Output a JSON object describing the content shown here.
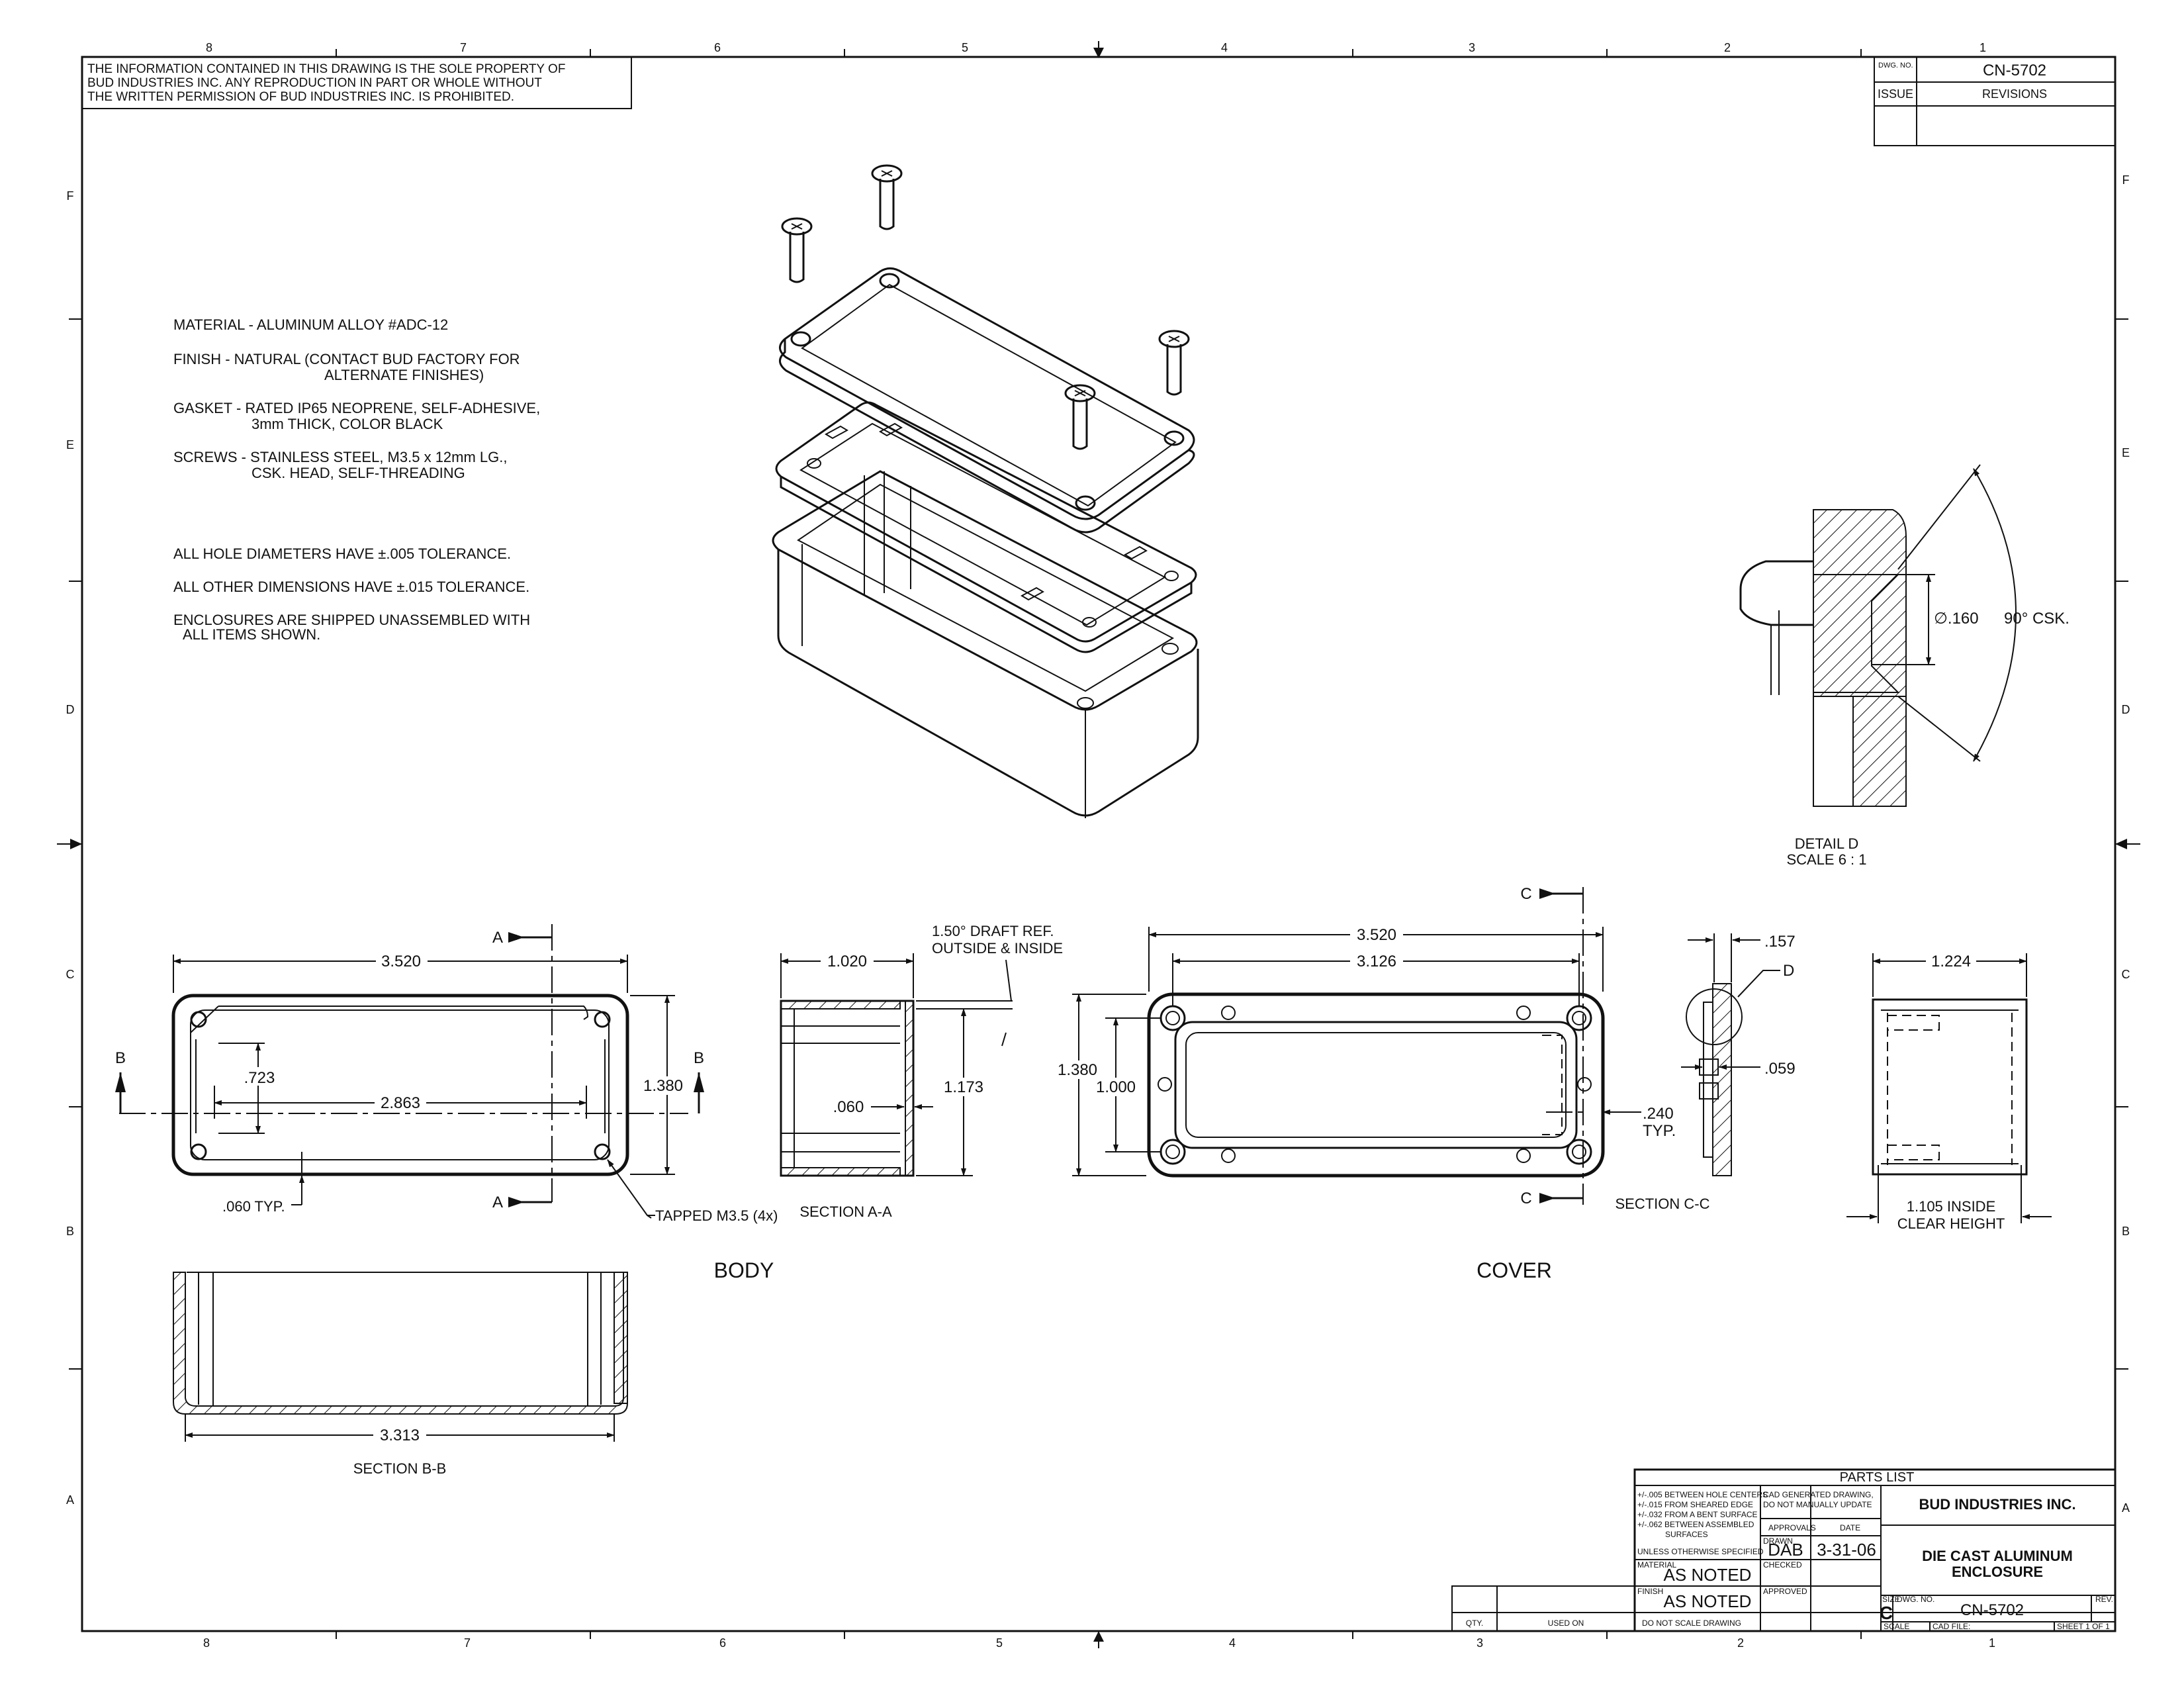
{
  "zones": {
    "columns": [
      "8",
      "7",
      "6",
      "5",
      "4",
      "3",
      "2",
      "1"
    ],
    "rows": [
      "F",
      "E",
      "D",
      "C",
      "B",
      "A"
    ]
  },
  "proprietary_notice": {
    "line1": "THE INFORMATION CONTAINED IN THIS DRAWING IS THE SOLE PROPERTY OF",
    "line2": "BUD INDUSTRIES INC. ANY REPRODUCTION IN PART OR WHOLE WITHOUT",
    "line3": "THE WRITTEN PERMISSION OF BUD INDUSTRIES INC. IS PROHIBITED."
  },
  "revision_block": {
    "dwg_no_label": "DWG. NO.",
    "dwg_no": "CN-5702",
    "issue_label": "ISSUE",
    "revisions_label": "REVISIONS"
  },
  "notes": {
    "material": "MATERIAL - ALUMINUM ALLOY #ADC-12",
    "finish_1": "FINISH - NATURAL  (CONTACT BUD FACTORY FOR",
    "finish_2": "ALTERNATE FINISHES)",
    "gasket_1": "GASKET - RATED IP65 NEOPRENE, SELF-ADHESIVE,",
    "gasket_2": "3mm THICK, COLOR BLACK",
    "screws_1": "SCREWS - STAINLESS STEEL, M3.5 x 12mm LG.,",
    "screws_2": "CSK. HEAD, SELF-THREADING",
    "hole_tol": "ALL HOLE DIAMETERS HAVE ±.005 TOLERANCE.",
    "other_tol": "ALL OTHER DIMENSIONS HAVE ±.015 TOLERANCE.",
    "shipped_1": "ENCLOSURES ARE SHIPPED UNASSEMBLED WITH",
    "shipped_2": "ALL ITEMS SHOWN."
  },
  "detail_d": {
    "diameter": "∅.160",
    "angle": "90° CSK.",
    "title": "DETAIL D",
    "scale": "SCALE 6 : 1"
  },
  "body_view": {
    "section_a": "A",
    "section_b": "B",
    "dim_length": "3.520",
    "dim_inner": "2.863",
    "dim_723": ".723",
    "dim_height": "1.380",
    "wall": ".060 TYP.",
    "tapped": "TAPPED M3.5 (4x)",
    "label": "BODY"
  },
  "section_aa": {
    "dim_depth": "1.020",
    "draft_1": "1.50° DRAFT REF.",
    "draft_2": "OUTSIDE & INSIDE",
    "dim_060": ".060",
    "dim_1173": "1.173",
    "label": "SECTION A-A"
  },
  "cover_view": {
    "section_c": "C",
    "dim_length": "3.520",
    "dim_hole_spacing": "3.126",
    "dim_height": "1.380",
    "dim_hole_vert": "1.000",
    "dim_240": ".240",
    "typ": "TYP.",
    "label": "COVER"
  },
  "section_cc": {
    "dim_157": ".157",
    "detail_ref": "D",
    "dim_059": ".059",
    "label": "SECTION C-C"
  },
  "end_view": {
    "dim_width": "1.224",
    "clear_1": "1.105 INSIDE",
    "clear_2": "CLEAR HEIGHT"
  },
  "section_bb": {
    "dim_inside": "3.313",
    "label": "SECTION B-B"
  },
  "title_block": {
    "parts_list": "PARTS  LIST",
    "tol_1": "+/-.005 BETWEEN HOLE CENTERS",
    "tol_2": "+/-.015 FROM SHEARED EDGE",
    "tol_3": "+/-.032 FROM A BENT SURFACE",
    "tol_4": "+/-.062 BETWEEN ASSEMBLED",
    "tol_5": "SURFACES",
    "unless": "UNLESS OTHERWISE SPECIFIED",
    "cad_1": "CAD GENERATED DRAWING,",
    "cad_2": "DO NOT MANUALLY UPDATE",
    "approvals": "APPROVALS",
    "date_label": "DATE",
    "drawn_label": "DRAWN",
    "drawn_by": "DAB",
    "drawn_date": "3-31-06",
    "checked_label": "CHECKED",
    "approved_label": "APPROVED",
    "material_label": "MATERIAL",
    "material_val": "AS NOTED",
    "finish_label": "FINISH",
    "finish_val": "AS NOTED",
    "company": "BUD INDUSTRIES INC.",
    "title_1": "DIE CAST ALUMINUM",
    "title_2": "ENCLOSURE",
    "size_label": "SIZE",
    "size": "C",
    "dwg_no_label": "DWG.  NO.",
    "dwg_no": "CN-5702",
    "rev_label": "REV.",
    "scale_label": "SCALE",
    "cad_file_label": "CAD FILE:",
    "sheet": "SHEET  1  OF  1",
    "qty": "QTY.",
    "used_on": "USED ON",
    "do_not_scale": "DO  NOT  SCALE  DRAWING"
  }
}
